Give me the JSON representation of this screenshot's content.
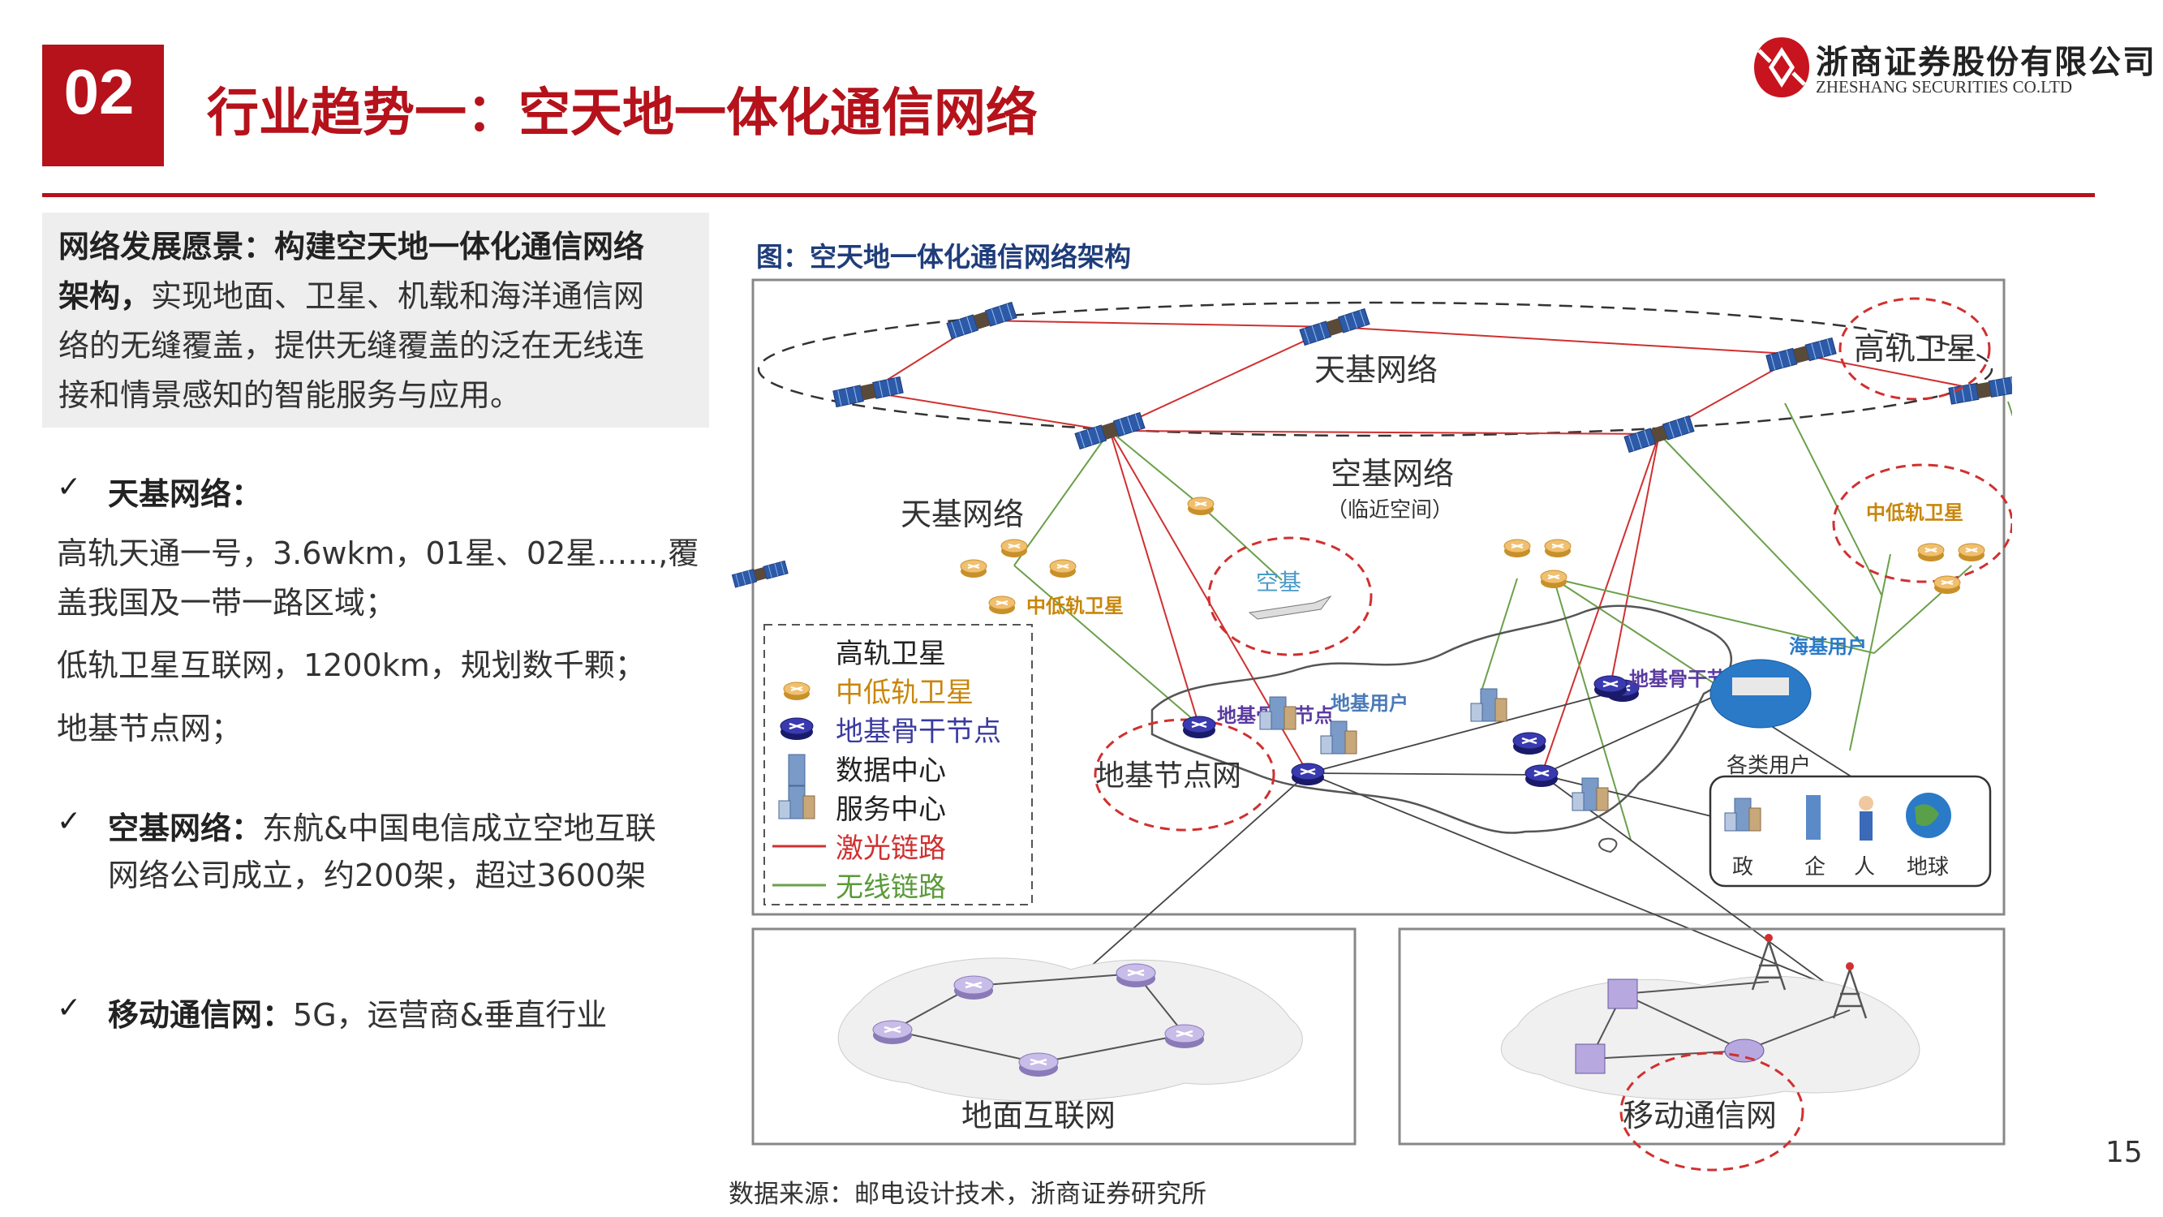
{
  "header": {
    "section_number": "02",
    "title": "行业趋势一：空天地一体化通信网络",
    "logo_cn": "浙商证券股份有限公司",
    "logo_en": "ZHESHANG SECURITIES CO.LTD",
    "brand_color": "#b5121b"
  },
  "vision": {
    "lead": "网络发展愿景：构建空天地一体化通信网络架构",
    "lines": [
      "网络发展愿景：构建空天地一体化通信网络",
      "架构，",
      "实现地面、卫星、机载和海洋通信网",
      "络的无缝覆盖，提供无缝覆盖的泛在无线连",
      "接和情景感知的智能服务与应用。"
    ]
  },
  "bullets": [
    {
      "title": "天基网络：",
      "lines": [
        "高轨天通一号，3.6wkm，01星、02星……,覆",
        "盖我国及一带一路区域；",
        "低轨卫星互联网，1200km，规划数千颗；",
        "地基节点网；"
      ]
    },
    {
      "title": "空基网络：",
      "inline": "东航&中国电信成立空地互联",
      "lines": [
        "网络公司成立，约200架，超过3600架"
      ]
    },
    {
      "title": "移动通信网：",
      "inline": "5G，运营商&垂直行业",
      "lines": []
    }
  ],
  "figure": {
    "caption": "图：空天地一体化通信网络架构",
    "labels": {
      "space_network_top": "天基网络",
      "geo_sat": "高轨卫星",
      "space_network_left": "天基网络",
      "air_network": "空基网络",
      "near_space": "（临近空间）",
      "leo_left": "中低轨卫星",
      "leo_right": "中低轨卫星",
      "air_base": "空基",
      "ground_user": "地基用户",
      "backbone_left": "地基骨干节点",
      "backbone_right": "地基骨干节点",
      "sea_user": "海基用户",
      "ground_node_net": "地基节点网",
      "all_users": "各类用户",
      "user_gov": "政",
      "user_ent": "企",
      "user_person": "人",
      "user_earth": "地球",
      "ground_internet": "地面互联网",
      "mobile_net": "移动通信网"
    },
    "legend": [
      {
        "label": "高轨卫星",
        "color": "#222222"
      },
      {
        "label": "中低轨卫星",
        "color": "#c8860a"
      },
      {
        "label": "地基骨干节点",
        "color": "#3a3aa0"
      },
      {
        "label": "数据中心",
        "color": "#222222"
      },
      {
        "label": "服务中心",
        "color": "#222222"
      },
      {
        "label": "激光链路",
        "color": "#d03030"
      },
      {
        "label": "无线链路",
        "color": "#5a9a3a"
      }
    ]
  },
  "footer": {
    "source": "数据来源：邮电设计技术，浙商证券研究所",
    "page": "15"
  }
}
